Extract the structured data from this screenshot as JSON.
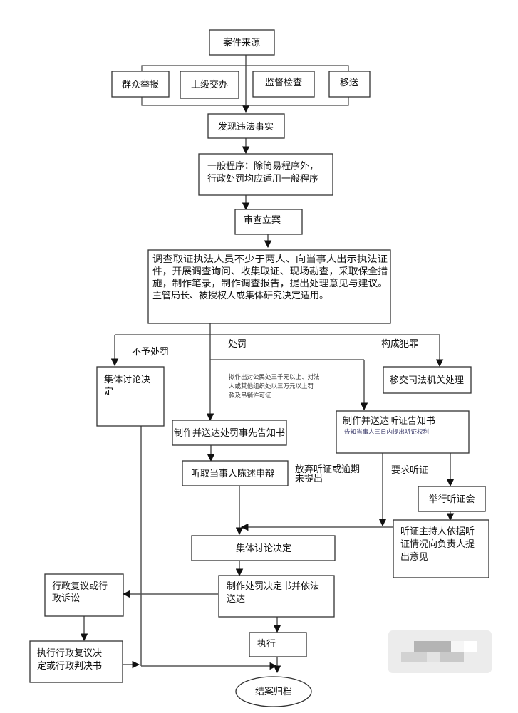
{
  "title": "行政处罚一般程序流程图",
  "nodes": {
    "source": "案件来源",
    "sources": [
      "群众举报",
      "上级交办",
      "监督检查",
      "移送"
    ],
    "discover": "发现违法事实",
    "general": [
      "一般程序：除简易程序外，",
      "行政处罚均应适用一般程序"
    ],
    "review": "审查立案",
    "investigate": [
      "调查取证执法人员不少于两人、向当事人出示执法证",
      "件，开展调查询问、收集取证、现场勘查，采取保全措",
      "施，制作笔录，制作调查报告，提出处理意见与建议。",
      "主管局长、被授权人或集体研究决定适用。"
    ],
    "collective_left": [
      "集体讨论决",
      "定"
    ],
    "transfer": "移交司法机关处理",
    "prior_notice": "制作并送达处罚事先告知书",
    "hearing_notice": "制作并送达听证告知书",
    "hearing_notice_sub": "告知当事人三日内提出听证权利",
    "statement": "听取当事人陈述申辩",
    "hold_hearing": "举行听证会",
    "hearing_opinion": [
      "听证主持人依据听",
      "证情况向负责人提",
      "出意见"
    ],
    "collective": "集体讨论决定",
    "decision": [
      "制作处罚决定书并依法",
      "送达"
    ],
    "reconsider": [
      "行政复议或行",
      "政诉讼"
    ],
    "execute_review": [
      "执行行政复议决",
      "定或行政判决书"
    ],
    "execute": "执行",
    "archive": "结案归档"
  },
  "labels": {
    "no_penalty": "不予处罚",
    "penalty": "处罚",
    "crime": "构成犯罪",
    "hearing_condition": [
      "拟作出对公民处三千元以上、对法",
      "人或其他组织处以三万元以上罚",
      "款及吊销许可证"
    ],
    "waive": [
      "放弃听证或逾期",
      "未提出"
    ],
    "request_hearing": "要求听证"
  }
}
